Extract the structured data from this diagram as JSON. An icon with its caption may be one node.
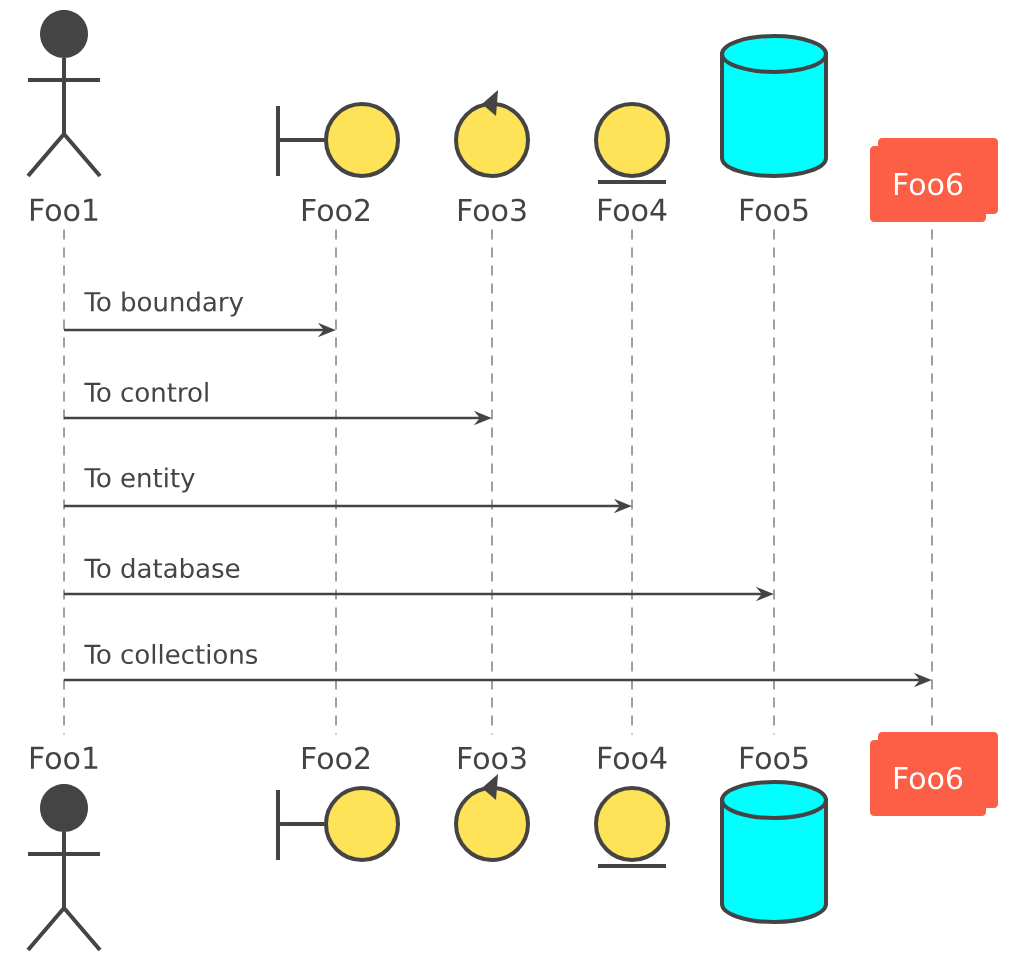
{
  "diagram": {
    "nodes": [
      {
        "text": [
          "Foo1"
        ]
      },
      {
        "text": [
          "Foo2"
        ]
      },
      {
        "text": [
          "Foo3"
        ]
      },
      {
        "text": [
          "Foo4"
        ]
      },
      {
        "text": [
          "Foo5"
        ]
      },
      {
        "text": [
          "Foo6"
        ]
      },
      {
        "text": [],
        "shape": "line"
      },
      {
        "text": [],
        "shape": "line"
      },
      {
        "text": [],
        "shape": "line"
      },
      {
        "text": [],
        "shape": "line"
      },
      {
        "text": [],
        "shape": "line"
      },
      {
        "text": [],
        "shape": "line"
      },
      {
        "text": [
          "Foo1"
        ]
      },
      {
        "text": [
          "Foo2"
        ]
      },
      {
        "text": [
          "Foo3"
        ]
      },
      {
        "text": [
          "Foo4"
        ]
      },
      {
        "text": [
          "Foo5"
        ]
      },
      {
        "text": [
          "Foo6"
        ]
      }
    ],
    "edges": [
      {
        "from": 6,
        "to": 7,
        "arrow": "to",
        "label": "To boundary"
      },
      {
        "from": 6,
        "to": 8,
        "arrow": "to",
        "label": "To control"
      },
      {
        "from": 6,
        "to": 9,
        "arrow": "to",
        "label": "To entity"
      },
      {
        "from": 6,
        "to": 10,
        "arrow": "to",
        "label": "To database"
      },
      {
        "from": 6,
        "to": 11,
        "arrow": "to",
        "label": "To collections"
      }
    ]
  }
}
